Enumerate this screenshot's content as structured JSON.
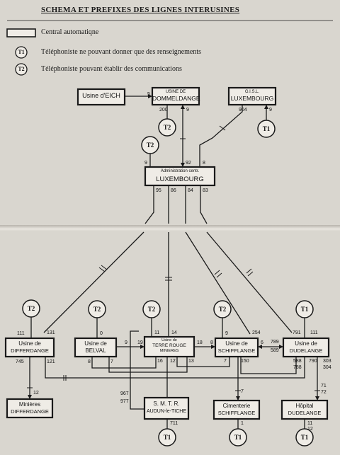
{
  "title": "SCHEMA ET PREFIXES DES LIGNES INTERUSINES",
  "legend": {
    "central": "Central automatiqne",
    "t1_symbol": "T1",
    "t1_desc": "Téléphoniste ne pouvant donner que des renseignements",
    "t2_symbol": "T2",
    "t2_desc": "Téléphoniste pouvant établir des communications"
  },
  "boxes": {
    "eich": "Usine d'EICH",
    "dommeldange_1": "USINE DE",
    "dommeldange_2": "DOMMELDANGE",
    "gisl_1": "G.I.S.L.",
    "gisl_2": "LUXEMBOURG",
    "admin_1": "Administration centr.",
    "admin_2": "LUXEMBOURG",
    "differdange_1": "Usine de",
    "differdange_2": "DIFFERDANGE",
    "belval_1": "Usine de",
    "belval_2": "BELVAL",
    "terre_rouge_1": "Usine de",
    "terre_rouge_2": "TERRE ROUGE",
    "terre_rouge_3": "MINIERES",
    "schifflange_1": "Usine de",
    "schifflange_2": "SCHIFFLANGE",
    "dudelange_1": "Usine de",
    "dudelange_2": "DUDELANGE",
    "minieres_1": "Minières",
    "minieres_2": "DIFFERDANGE",
    "smtr_1": "S. M. T. R.",
    "smtr_2": "AUDUN-le-TICHE",
    "cimenterie_1": "Cimenterie",
    "cimenterie_2": "SCHIFFLANGE",
    "hopital_1": "Hôpital",
    "hopital_2": "DUDELANGE"
  },
  "operators": {
    "t2": "T2",
    "t1": "T1"
  },
  "prefixes": {
    "eich_5": "5",
    "dom_200": "200",
    "dom_9": "9",
    "gisl_904": "904",
    "gisl_9": "9",
    "admin_9": "9",
    "admin_92": "92",
    "admin_8": "8",
    "admin_95": "95",
    "admin_86": "86",
    "admin_84": "84",
    "admin_83": "83",
    "diff_111": "111",
    "diff_131": "131",
    "diff_745": "745",
    "diff_121": "121",
    "diff_12": "12",
    "belval_0": "0",
    "belval_9": "9",
    "belval_8": "8",
    "belval_7": "7",
    "tr_11": "11",
    "tr_14": "14",
    "tr_19": "19",
    "tr_18": "18",
    "tr_16": "16",
    "tr_12": "12",
    "tr_13": "13",
    "sch_9": "9",
    "sch_254": "254",
    "sch_8": "8",
    "sch_6": "6",
    "sch_7": "7",
    "sch_150": "150",
    "cim_7": "7",
    "cim_1": "1",
    "dud_791": "791",
    "dud_111": "111",
    "dud_789": "789",
    "dud_589": "589",
    "dud_588": "588",
    "dud_788": "788",
    "dud_790": "790",
    "dud_303": "303",
    "dud_304": "304",
    "hop_71": "71",
    "hop_72": "72",
    "hop_11": "11",
    "hop_12": "12",
    "smtr_967": "967",
    "smtr_977": "977",
    "smtr_711": "711"
  }
}
